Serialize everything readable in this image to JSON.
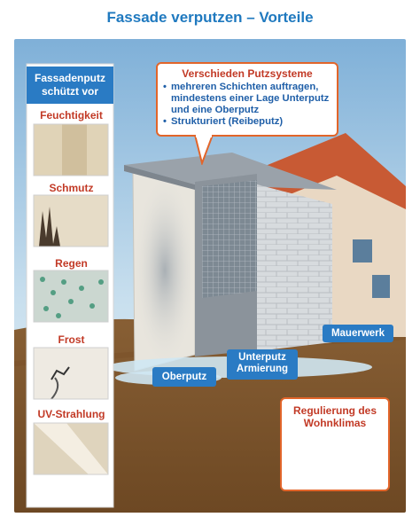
{
  "title": "Fassade verputzen – Vorteile",
  "sidebar": {
    "header": [
      "Fassadenputz",
      "schützt vor"
    ],
    "items": [
      {
        "label": "Feuchtigkeit"
      },
      {
        "label": "Schmutz"
      },
      {
        "label": "Regen"
      },
      {
        "label": "Frost"
      },
      {
        "label": "UV-Strahlung"
      }
    ]
  },
  "putzsysteme": {
    "title": "Verschieden Putzsysteme",
    "items": [
      "mehreren Schichten auftragen, mindestens einer Lage Unterputz und eine Oberputz",
      "Strukturiert (Reibeputz)"
    ]
  },
  "labels": {
    "mauerwerk": "Mauerwerk",
    "unterputz_1": "Unterputz",
    "unterputz_2": "Armierung",
    "oberputz": "Oberputz"
  },
  "klima": {
    "title_1": "Regulierung des",
    "title_2": "Wohnklimas"
  },
  "colors": {
    "accent_blue": "#2a7bc4",
    "accent_red": "#c23a26",
    "accent_orange": "#e2652a"
  }
}
